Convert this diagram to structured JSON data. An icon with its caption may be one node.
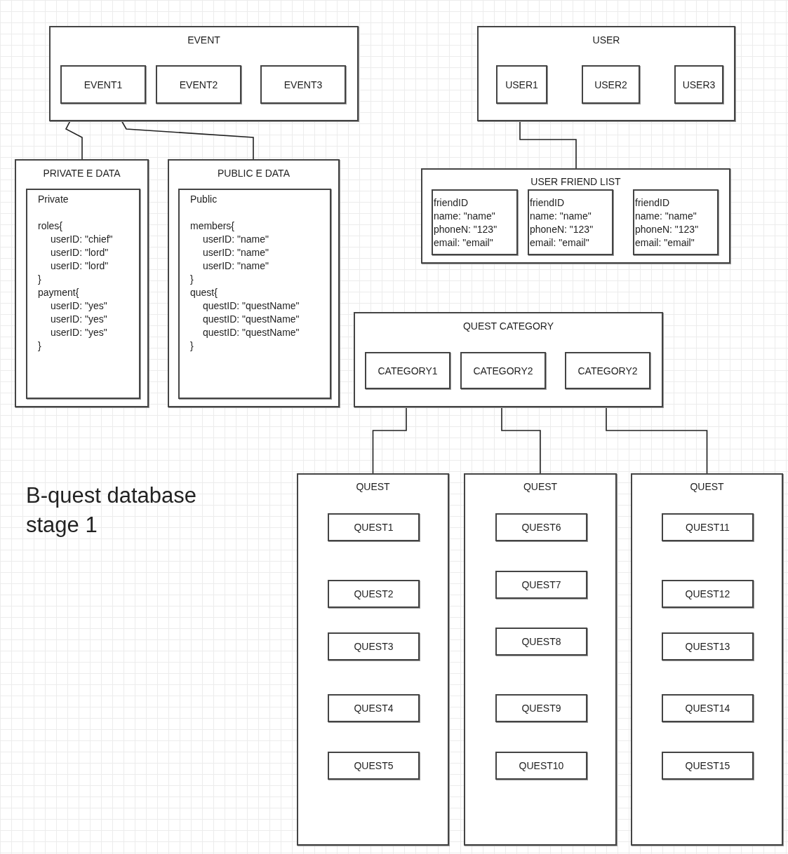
{
  "diagram": {
    "title": "B-quest database stage 1",
    "nodes": [
      {
        "text": [
          "EVENT"
        ]
      },
      {
        "text": [
          "EVENT1"
        ],
        "in": 0
      },
      {
        "text": [
          "EVENT2"
        ],
        "in": 0
      },
      {
        "text": [
          "EVENT3"
        ],
        "in": 0
      },
      {
        "text": [
          "USER"
        ]
      },
      {
        "text": [
          "USER1"
        ],
        "in": 4
      },
      {
        "text": [
          "USER2"
        ],
        "in": 4
      },
      {
        "text": [
          "USER3"
        ],
        "in": 4
      },
      {
        "text": [
          "PRIVATE E DATA"
        ]
      },
      {
        "text": [
          "Private",
          "roles{",
          "userID: \"chief\"",
          "userID: \"lord\"",
          "userID: \"lord\"",
          "}",
          "payment{",
          "userID: \"yes\"",
          "userID: \"yes\"",
          "userID: \"yes\"",
          "}"
        ],
        "in": 8
      },
      {
        "text": [
          "PUBLIC E DATA"
        ]
      },
      {
        "text": [
          "Public",
          "members{",
          "userID: \"name\"",
          "userID: \"name\"",
          "userID: \"name\"",
          "}",
          "quest{",
          "questID: \"questName\"",
          "questID: \"questName\"",
          "questID: \"questName\"",
          "}"
        ],
        "in": 10
      },
      {
        "text": [
          "USER FRIEND LIST"
        ]
      },
      {
        "text": [
          "friendID",
          "name: \"name\"",
          "phoneN: \"123\"",
          "email: \"email\""
        ],
        "in": 12
      },
      {
        "text": [
          "friendID",
          "name: \"name\"",
          "phoneN: \"123\"",
          "email: \"email\""
        ],
        "in": 12
      },
      {
        "text": [
          "friendID",
          "name: \"name\"",
          "phoneN: \"123\"",
          "email: \"email\""
        ],
        "in": 12
      },
      {
        "text": [
          "QUEST CATEGORY"
        ]
      },
      {
        "text": [
          "CATEGORY1"
        ],
        "in": 16
      },
      {
        "text": [
          "CATEGORY2"
        ],
        "in": 16
      },
      {
        "text": [
          "CATEGORY2"
        ],
        "in": 16
      },
      {
        "text": [
          "QUEST"
        ]
      },
      {
        "text": [
          "QUEST1"
        ],
        "in": 20
      },
      {
        "text": [
          "QUEST2"
        ],
        "in": 20
      },
      {
        "text": [
          "QUEST3"
        ],
        "in": 20
      },
      {
        "text": [
          "QUEST4"
        ],
        "in": 20
      },
      {
        "text": [
          "QUEST5"
        ],
        "in": 20
      },
      {
        "text": [
          "QUEST"
        ]
      },
      {
        "text": [
          "QUEST6"
        ],
        "in": 26
      },
      {
        "text": [
          "QUEST7"
        ],
        "in": 26
      },
      {
        "text": [
          "QUEST8"
        ],
        "in": 26
      },
      {
        "text": [
          "QUEST9"
        ],
        "in": 26
      },
      {
        "text": [
          "QUEST10"
        ],
        "in": 26
      },
      {
        "text": [
          "QUEST"
        ]
      },
      {
        "text": [
          "QUEST11"
        ],
        "in": 32
      },
      {
        "text": [
          "QUEST12"
        ],
        "in": 32
      },
      {
        "text": [
          "QUEST13"
        ],
        "in": 32
      },
      {
        "text": [
          "QUEST14"
        ],
        "in": 32
      },
      {
        "text": [
          "QUEST15"
        ],
        "in": 32
      }
    ],
    "edges": [
      {
        "from": 1,
        "to": 8,
        "arrow": "none"
      },
      {
        "from": 1,
        "to": 10,
        "arrow": "none"
      },
      {
        "from": 5,
        "to": 12,
        "arrow": "none"
      },
      {
        "from": 17,
        "to": 20,
        "arrow": "none"
      },
      {
        "from": 18,
        "to": 26,
        "arrow": "none"
      },
      {
        "from": 19,
        "to": 32,
        "arrow": "none"
      }
    ]
  }
}
